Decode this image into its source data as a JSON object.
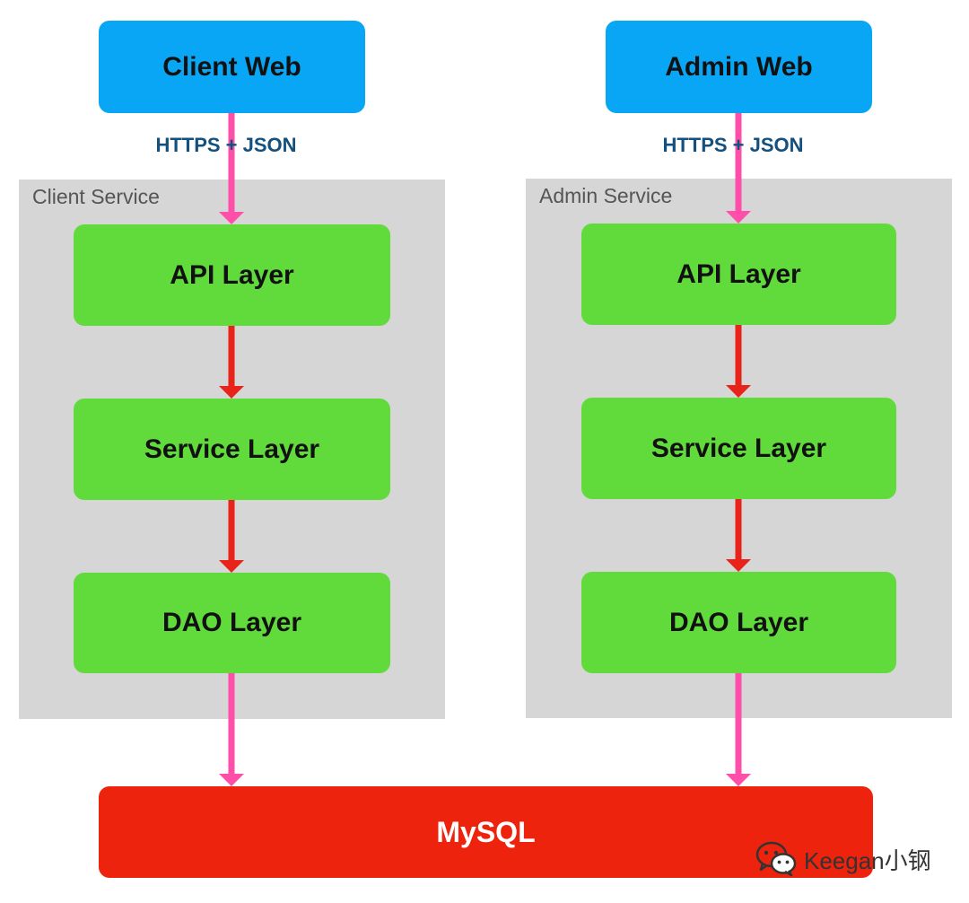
{
  "colors": {
    "web_box": "#0aa6f6",
    "service_box": "#d6d6d6",
    "layer_box": "#61da3c",
    "db_box": "#ee230d",
    "protocol_arrow": "#ff4fa8",
    "layer_arrow": "#e8231a",
    "protocol_text": "#12507f"
  },
  "client": {
    "web_label": "Client Web",
    "protocol_label": "HTTPS + JSON",
    "service_label": "Client Service",
    "layers": [
      "API Layer",
      "Service Layer",
      "DAO Layer"
    ]
  },
  "admin": {
    "web_label": "Admin Web",
    "protocol_label": "HTTPS + JSON",
    "service_label": "Admin Service",
    "layers": [
      "API Layer",
      "Service Layer",
      "DAO Layer"
    ]
  },
  "database": {
    "label": "MySQL"
  },
  "watermark": {
    "icon": "wechat-icon",
    "text": "Keegan小钢"
  }
}
